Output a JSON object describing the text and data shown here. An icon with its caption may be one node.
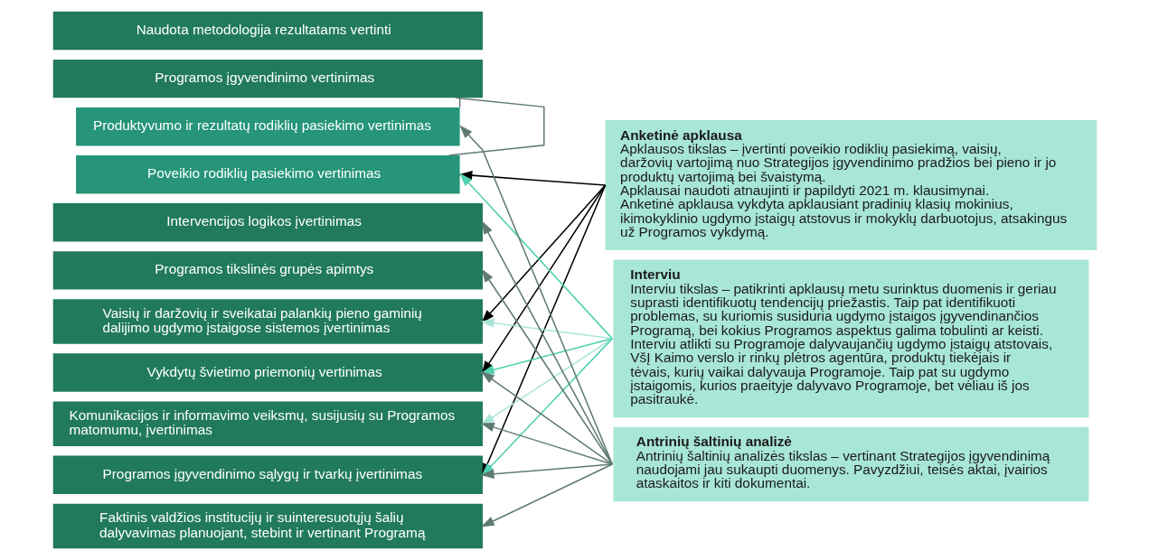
{
  "diagram": {
    "nodes": [
      {
        "text": [
          "Naudota metodologija rezultatams vertinti"
        ]
      },
      {
        "text": [
          "Programos įgyvendinimo vertinimas"
        ]
      },
      {
        "text": [
          "Produktyvumo ir rezultatų rodiklių pasiekimo vertinimas"
        ]
      },
      {
        "text": [
          "Poveikio rodiklių pasiekimo vertinimas"
        ]
      },
      {
        "text": [
          "Intervencijos logikos įvertinimas"
        ]
      },
      {
        "text": [
          "Programos tikslinės grupės apimtys"
        ]
      },
      {
        "text": [
          "Vaisių ir daržovių ir sveikatai palankių pieno gaminių dalijimo ugdymo įstaigose sistemos įvertinimas"
        ]
      },
      {
        "text": [
          "Vykdytų švietimo priemonių vertinimas"
        ]
      },
      {
        "text": [
          "Komunikacijos ir informavimo veiksmų, susijusių su Programos matomumu, įvertinimas"
        ]
      },
      {
        "text": [
          "Programos įgyvendinimo sąlygų ir tvarkų įvertinimas"
        ]
      },
      {
        "text": [
          "Faktinis valdžios institucijų ir suinteresuotųjų šalių dalyvavimas planuojant, stebint ir vertinant Programą"
        ]
      },
      {
        "text": [
          "Anketinė apklausa",
          "Apklausos tikslas – įvertinti poveikio rodiklių pasiekimą, vaisių, daržovių vartojimą nuo Strategijos įgyvendinimo pradžios bei pieno ir jo produktų vartojimą bei švaistymą.",
          "Apklausai naudoti atnaujinti ir papildyti 2021 m. klausimynai.",
          "Anketinė apklausa vykdyta apklausiant pradinių klasių mokinius, ikimokyklinio ugdymo įstaigų atstovus ir mokyklų darbuotojus, atsakingus už Programos vykdymą."
        ]
      },
      {
        "text": [
          "Interviu",
          "Interviu tikslas – patikrinti apklausų metu surinktus duomenis ir geriau suprasti identifikuotų tendencijų priežastis. Taip pat identifikuoti problemas, su kuriomis susiduria ugdymo įstaigos įgyvendinančios Programą, bei kokius Programos aspektus galima tobulinti ar keisti.",
          "Interviu atlikti su Programoje dalyvaujančių ugdymo įstaigų atstovais, VšĮ Kaimo verslo ir rinkų plėtros agentūra, produktų tiekėjais ir tėvais, kurių vaikai dalyvauja Programoje. Taip pat su ugdymo įstaigomis, kurios praeityje dalyvavo Programoje, bet vėliau iš jos pasitraukė."
        ]
      },
      {
        "text": [
          "Antrinių šaltinių analizė",
          "Antrinių šaltinių analizės tikslas – vertinant Strategijos įgyvendinimą naudojami jau sukaupti duomenys. Pavyzdžiui, teisės aktai, įvairios ataskaitos ir kiti dokumentai."
        ]
      }
    ],
    "edges": [
      {
        "from": 1,
        "to": 2,
        "arrow": "none"
      },
      {
        "from": 1,
        "to": 3,
        "arrow": "none"
      },
      {
        "from": 11,
        "to": 3,
        "arrow": "to",
        "color": "#000000"
      },
      {
        "from": 11,
        "to": 6,
        "arrow": "to",
        "color": "#000000"
      },
      {
        "from": 11,
        "to": 7,
        "arrow": "to",
        "color": "#000000"
      },
      {
        "from": 11,
        "to": 9,
        "arrow": "to",
        "color": "#000000"
      },
      {
        "from": 12,
        "to": 3,
        "arrow": "to",
        "color": "#4fd1b0"
      },
      {
        "from": 12,
        "to": 6,
        "arrow": "to",
        "color": "#a8e6d6"
      },
      {
        "from": 12,
        "to": 7,
        "arrow": "to",
        "color": "#4fd1b0"
      },
      {
        "from": 12,
        "to": 8,
        "arrow": "to",
        "color": "#a8e6d6"
      },
      {
        "from": 12,
        "to": 9,
        "arrow": "to",
        "color": "#4fd1b0"
      },
      {
        "from": 13,
        "to": 2,
        "arrow": "to"
      },
      {
        "from": 13,
        "to": 4,
        "arrow": "to"
      },
      {
        "from": 13,
        "to": 5,
        "arrow": "to"
      },
      {
        "from": 13,
        "to": 7,
        "arrow": "to"
      },
      {
        "from": 13,
        "to": 8,
        "arrow": "to"
      },
      {
        "from": 13,
        "to": 9,
        "arrow": "to"
      },
      {
        "from": 13,
        "to": 10,
        "arrow": "to"
      }
    ]
  }
}
